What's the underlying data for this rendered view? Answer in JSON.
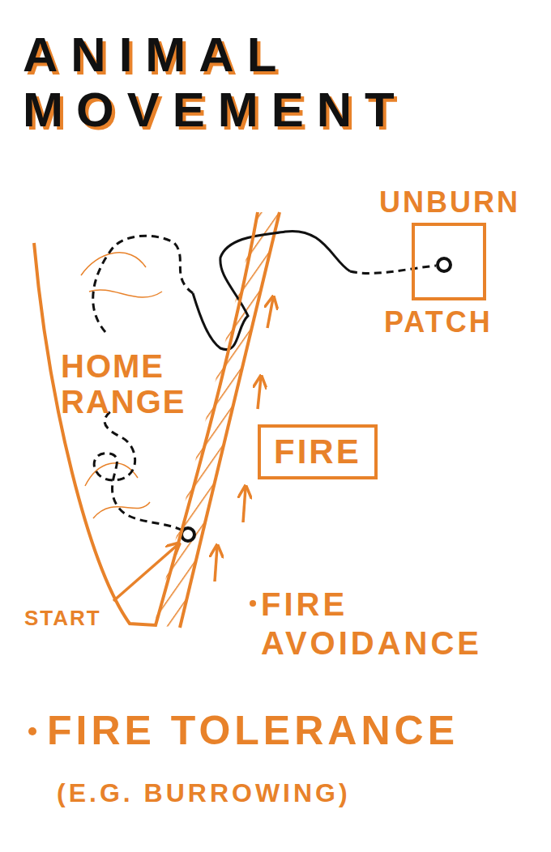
{
  "diagram": {
    "title": "ANIMAL MOVEMENT",
    "nodes": [
      {
        "text": [
          "UNBURN",
          "PATCH"
        ]
      },
      {
        "text": [
          "HOME RANGE"
        ]
      },
      {
        "text": [
          "FIRE"
        ]
      }
    ],
    "labels": [
      "START",
      "FIRE AVOIDANCE",
      "FIRE TOLERANCE",
      "(E.G. BURROWING)"
    ]
  }
}
